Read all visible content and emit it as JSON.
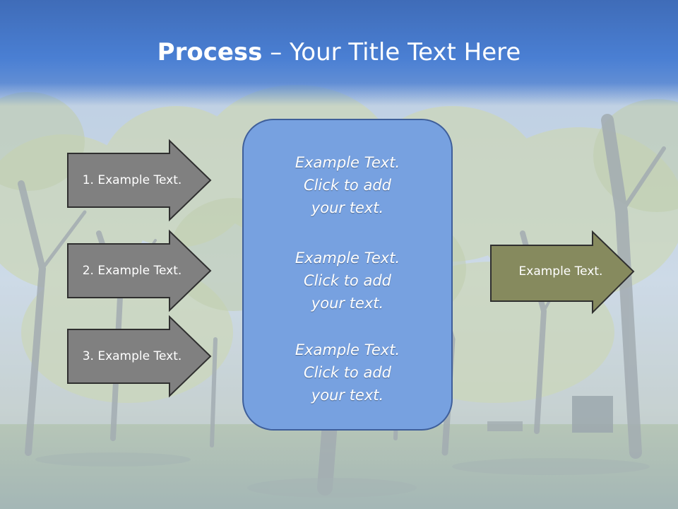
{
  "title": {
    "bold_part": "Process",
    "separator": " – ",
    "regular_part": "Your Title Text Here"
  },
  "left_steps": [
    {
      "label": "1. Example Text."
    },
    {
      "label": "2. Example Text."
    },
    {
      "label": "3. Example Text."
    }
  ],
  "center_box": {
    "paragraphs": [
      {
        "line1": "Example Text.",
        "line2": "Click  to add",
        "line3": "your text."
      },
      {
        "line1": "Example Text.",
        "line2": "Click  to add",
        "line3": "your text."
      },
      {
        "line1": "Example Text.",
        "line2": "Click  to add",
        "line3": "your text."
      }
    ]
  },
  "output": {
    "label": "Example Text."
  },
  "colors": {
    "title_band": "#4a7fd3",
    "step_arrow_fill": "#808080",
    "center_box_fill": "#77a1e0",
    "output_arrow_fill": "#868a5e"
  },
  "background": "park-trees-photo"
}
